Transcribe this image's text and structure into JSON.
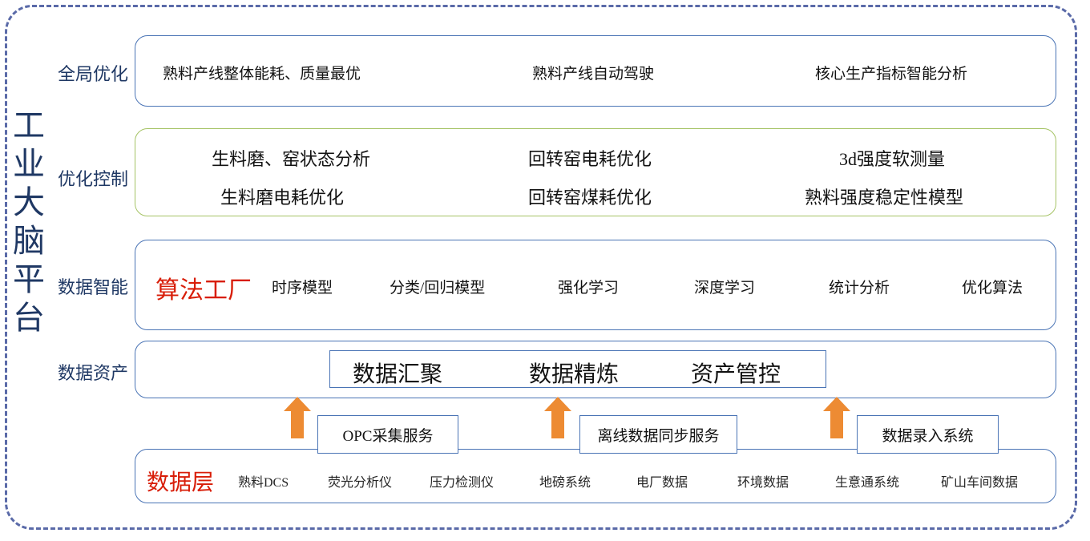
{
  "diagram": {
    "platform_title": "工业大脑平台",
    "platform_title_chars": [
      "工",
      "业",
      "大",
      "脑",
      "平",
      "台"
    ],
    "colors": {
      "frame_dashed": "#5a6aa8",
      "panel_blue": "#4a74b5",
      "panel_green": "#a5c365",
      "label_text": "#1f3864",
      "accent_red": "#d81d08",
      "arrow_orange": "#ed8b33"
    },
    "rows": [
      {
        "label": "全局优化",
        "border": "blue",
        "items": [
          "熟料产线整体能耗、质量最优",
          "熟料产线自动驾驶",
          "核心生产指标智能分析"
        ]
      },
      {
        "label": "优化控制",
        "border": "green",
        "items_line1": [
          "生料磨、窑状态分析",
          "回转窑电耗优化",
          "3d强度软测量"
        ],
        "items_line2": [
          "生料磨电耗优化",
          "回转窑煤耗优化",
          "熟料强度稳定性模型"
        ]
      },
      {
        "label": "数据智能",
        "border": "blue",
        "highlight": "算法工厂",
        "items": [
          "时序模型",
          "分类/回归模型",
          "强化学习",
          "深度学习",
          "统计分析",
          "优化算法"
        ]
      },
      {
        "label": "数据资产",
        "border": "blue",
        "inner_box_items": [
          "数据汇聚",
          "数据精炼",
          "资产管控"
        ]
      },
      {
        "label": "数据层",
        "border": "blue",
        "title": "数据层",
        "items": [
          "熟料DCS",
          "荧光分析仪",
          "压力检测仪",
          "地磅系统",
          "电厂数据",
          "环境数据",
          "生意通系统",
          "矿山车间数据"
        ]
      }
    ],
    "service_boxes": [
      "OPC采集服务",
      "离线数据同步服务",
      "数据录入系统"
    ],
    "arrows": [
      "up-arrow-opc",
      "up-arrow-offline-sync",
      "up-arrow-data-entry"
    ]
  }
}
